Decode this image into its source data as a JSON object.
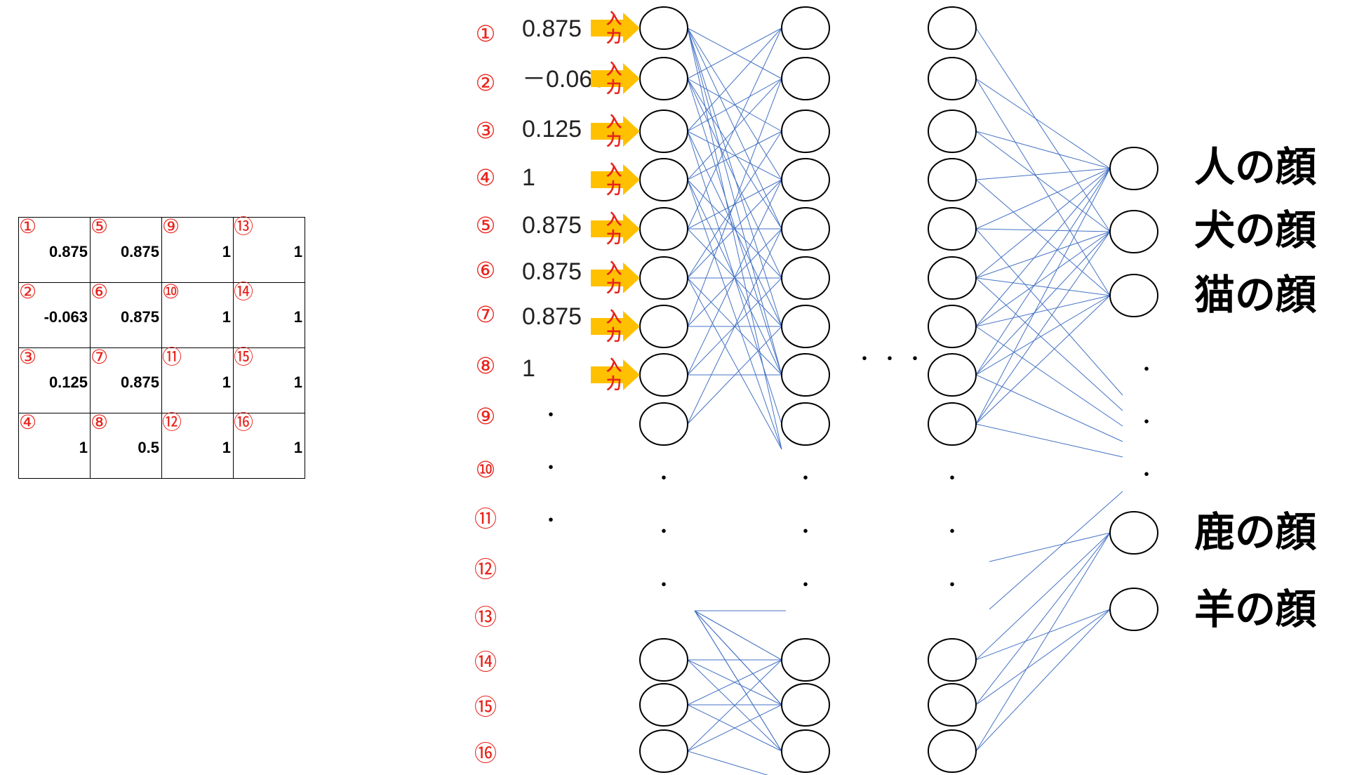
{
  "grid": {
    "rows": [
      [
        {
          "num": "①",
          "val": "0.875"
        },
        {
          "num": "⑤",
          "val": "0.875"
        },
        {
          "num": "⑨",
          "val": "1"
        },
        {
          "num": "⑬",
          "val": "1"
        }
      ],
      [
        {
          "num": "②",
          "val": "-0.063"
        },
        {
          "num": "⑥",
          "val": "0.875"
        },
        {
          "num": "⑩",
          "val": "1"
        },
        {
          "num": "⑭",
          "val": "1"
        }
      ],
      [
        {
          "num": "③",
          "val": "0.125"
        },
        {
          "num": "⑦",
          "val": "0.875"
        },
        {
          "num": "⑪",
          "val": "1"
        },
        {
          "num": "⑮",
          "val": "1"
        }
      ],
      [
        {
          "num": "④",
          "val": "1"
        },
        {
          "num": "⑧",
          "val": "0.5"
        },
        {
          "num": "⑫",
          "val": "1"
        },
        {
          "num": "⑯",
          "val": "1"
        }
      ]
    ]
  },
  "index_labels": [
    "①",
    "②",
    "③",
    "④",
    "⑤",
    "⑥",
    "⑦",
    "⑧",
    "⑨",
    "⑩",
    "⑪",
    "⑫",
    "⑬",
    "⑭",
    "⑮",
    "⑯"
  ],
  "input_values": [
    "0.875",
    "－0.063",
    "0.125",
    "1",
    "0.875",
    "0.875",
    "0.875",
    "1"
  ],
  "input_arrow_label_top": "入",
  "input_arrow_label_bottom": "力",
  "outputs": [
    "人の顔",
    "犬の顔",
    "猫の顔",
    "鹿の顔",
    "羊の顔"
  ],
  "ellipsis_dot": "・",
  "colors": {
    "index": "#e8231c",
    "arrow": "#ffc000",
    "arrow_text": "#e8231c",
    "edge": "#4472c4"
  }
}
